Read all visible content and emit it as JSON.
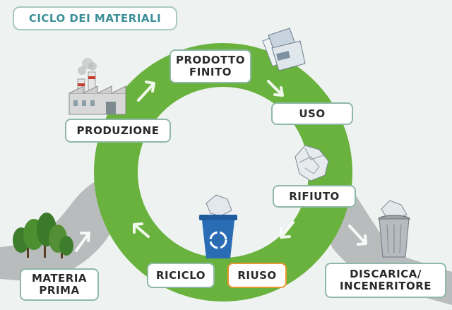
{
  "title": "CICLO DEI MATERIALI",
  "stages": {
    "prodotto_finito": "PRODOTTO\nFINITO",
    "uso": "USO",
    "rifiuto": "RIFIUTO",
    "riuso": "RIUSO",
    "riciclo": "RICICLO",
    "produzione": "PRODUZIONE",
    "materia_prima": "MATERIA\nPRIMA",
    "discarica": "DISCARICA/\nINCENERITORE"
  },
  "colors": {
    "ring": "#6ab23e",
    "ring_dark": "#5aa034",
    "path_gray": "#b9bcbd",
    "label_border": "#8fb8a8",
    "riuso_border": "#e8962e",
    "title_text": "#3d8f97",
    "bin_blue": "#2a6db5"
  },
  "icons": [
    "factory-icon",
    "trees-icon",
    "magazines-icon",
    "crumpled-paper-icon",
    "recycling-bin-icon",
    "trash-can-icon",
    "arrow-icon"
  ]
}
